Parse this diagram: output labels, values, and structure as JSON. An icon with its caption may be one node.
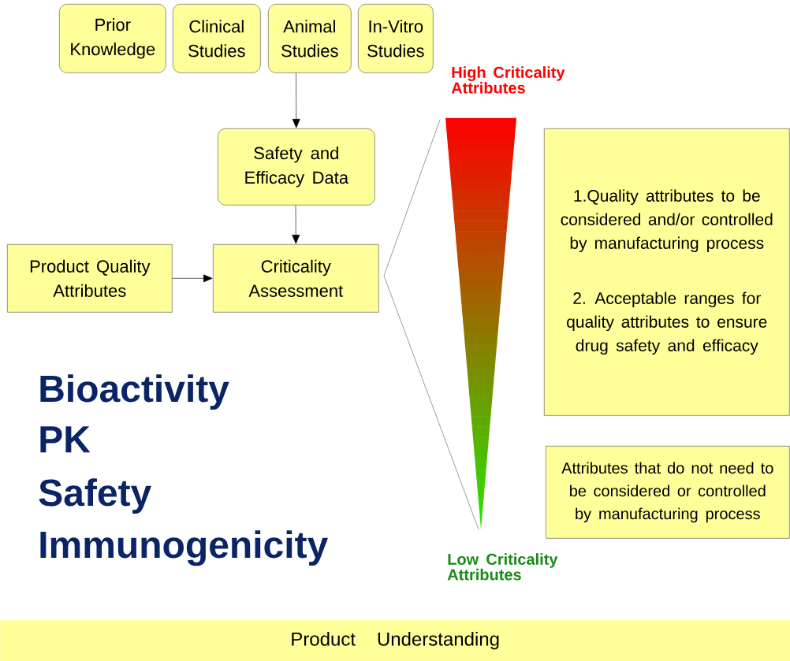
{
  "diagram": {
    "nodes": [
      {
        "text": [
          "Prior Knowledge"
        ]
      },
      {
        "text": [
          "Clinical Studies"
        ]
      },
      {
        "text": [
          "Animal Studies"
        ]
      },
      {
        "text": [
          "In-Vitro Studies"
        ]
      },
      {
        "text": [
          "Safety and Efficacy Data"
        ]
      },
      {
        "text": [
          "Product Quality Attributes"
        ]
      },
      {
        "text": [
          "Criticality Assessment"
        ]
      },
      {
        "text": [
          "1.Quality attributes to be considered and/or controlled by manufacturing process",
          "2. Acceptable ranges for quality attributes to ensure drug safety and efficacy"
        ]
      },
      {
        "text": [
          "Attributes that do not need to be considered or controlled by manufacturing process"
        ]
      },
      {
        "text": [
          "Product Understanding"
        ]
      }
    ],
    "edges": [
      {
        "from": 2,
        "to": 4,
        "arrow": "to"
      },
      {
        "from": 4,
        "to": 6,
        "arrow": "to"
      },
      {
        "from": 5,
        "to": 6,
        "arrow": "to"
      }
    ],
    "labels": [
      "High Criticality Attributes",
      "Bioactivity",
      "PK",
      "Safety",
      "Immunogenicity",
      "Low Criticality Attributes"
    ]
  }
}
